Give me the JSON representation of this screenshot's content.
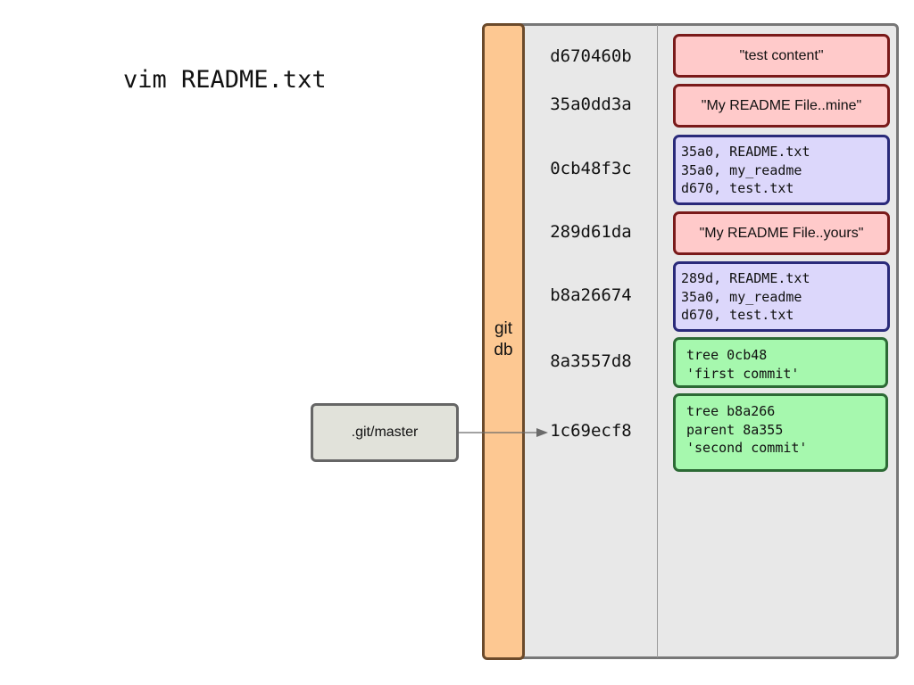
{
  "command": "vim README.txt",
  "database": {
    "label_lines": [
      "git",
      "db"
    ]
  },
  "objects": [
    {
      "hash": "d670460b",
      "type": "blob",
      "lines": [
        "\"test content\""
      ]
    },
    {
      "hash": "35a0dd3a",
      "type": "blob",
      "lines": [
        "\"My README File..mine\""
      ]
    },
    {
      "hash": "0cb48f3c",
      "type": "tree",
      "lines": [
        "35a0, README.txt",
        "35a0, my_readme",
        "d670, test.txt"
      ]
    },
    {
      "hash": "289d61da",
      "type": "blob",
      "lines": [
        "\"My README File..yours\""
      ]
    },
    {
      "hash": "b8a26674",
      "type": "tree",
      "lines": [
        "289d, README.txt",
        "35a0, my_readme",
        "d670, test.txt"
      ]
    },
    {
      "hash": "8a3557d8",
      "type": "commit",
      "lines": [
        "tree 0cb48",
        "'first commit'"
      ]
    },
    {
      "hash": "1c69ecf8",
      "type": "commit",
      "lines": [
        "tree b8a266",
        "parent 8a355",
        "'second commit'"
      ]
    }
  ],
  "ref": {
    "label": ".git/master",
    "points_to": "1c69ecf8"
  },
  "colors": {
    "blob_fill": "#ffcaca",
    "blob_border": "#7a1a1a",
    "tree_fill": "#dcd7fb",
    "tree_border": "#2a2a7a",
    "commit_fill": "#a6f8ae",
    "commit_border": "#2c6a35",
    "db_bar_fill": "#fdc892",
    "ref_fill": "#e1e2da"
  }
}
